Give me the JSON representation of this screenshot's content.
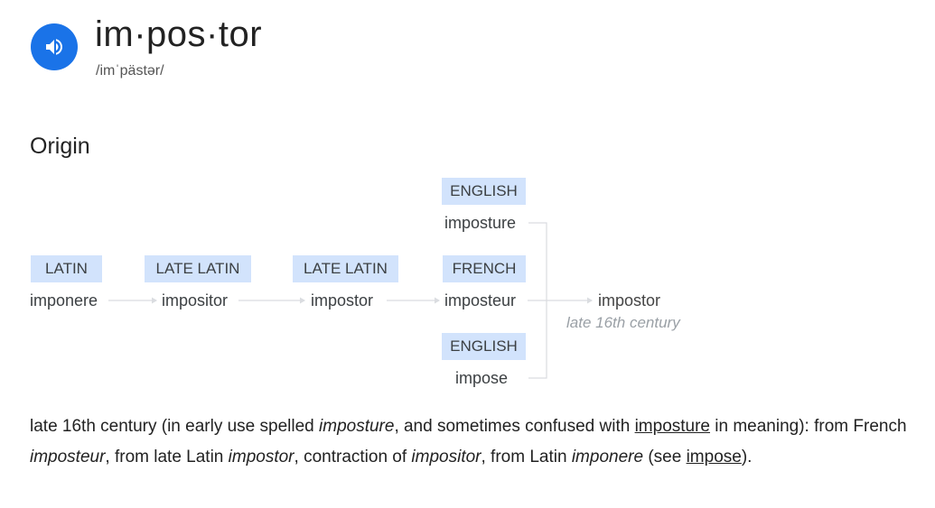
{
  "entry": {
    "headword": "im·pos·tor",
    "pronunciation": "/imˈpästər/"
  },
  "origin": {
    "title": "Origin",
    "nodes": [
      {
        "lang": "LATIN",
        "word": "imponere"
      },
      {
        "lang": "LATE LATIN",
        "word": "impositor"
      },
      {
        "lang": "LATE LATIN",
        "word": "impostor"
      },
      {
        "lang": "FRENCH",
        "word": "imposteur"
      },
      {
        "lang": "ENGLISH",
        "word": "imposture"
      },
      {
        "lang": "ENGLISH",
        "word": "impose"
      }
    ],
    "result": {
      "word": "impostor",
      "date": "late 16th century"
    },
    "description": {
      "p1": "late 16th century (in early use spelled ",
      "i1": "imposture",
      "p2": ", and sometimes confused with ",
      "link1": "imposture",
      "p3": " in meaning): from French ",
      "i2": "imposteur",
      "p4": ", from late Latin ",
      "i3": "impostor",
      "p5": ", contraction of ",
      "i4": "impositor",
      "p6": ", from Latin ",
      "i5": "imponere",
      "p7": " (see ",
      "link2": "impose",
      "p8": ")."
    }
  },
  "colors": {
    "accent": "#1a73e8",
    "lang_label_bg": "#d2e3fc",
    "connector": "#dadce0"
  },
  "icons": {
    "audio": "speaker-icon"
  }
}
